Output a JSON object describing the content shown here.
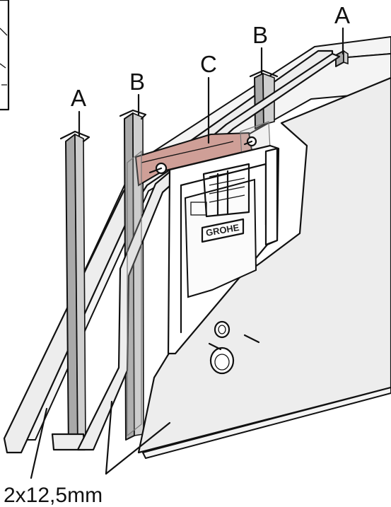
{
  "labels": {
    "profile_left": "A",
    "profile_right": "A",
    "stud_left": "B",
    "stud_right": "B",
    "crossbar": "C"
  },
  "brand": "GROHE",
  "caption": "2x12,5mm",
  "colors": {
    "board": "#ededed",
    "profile": "#a9a9a9",
    "crossbar_wood": "#cf9f97",
    "line": "#111111"
  }
}
